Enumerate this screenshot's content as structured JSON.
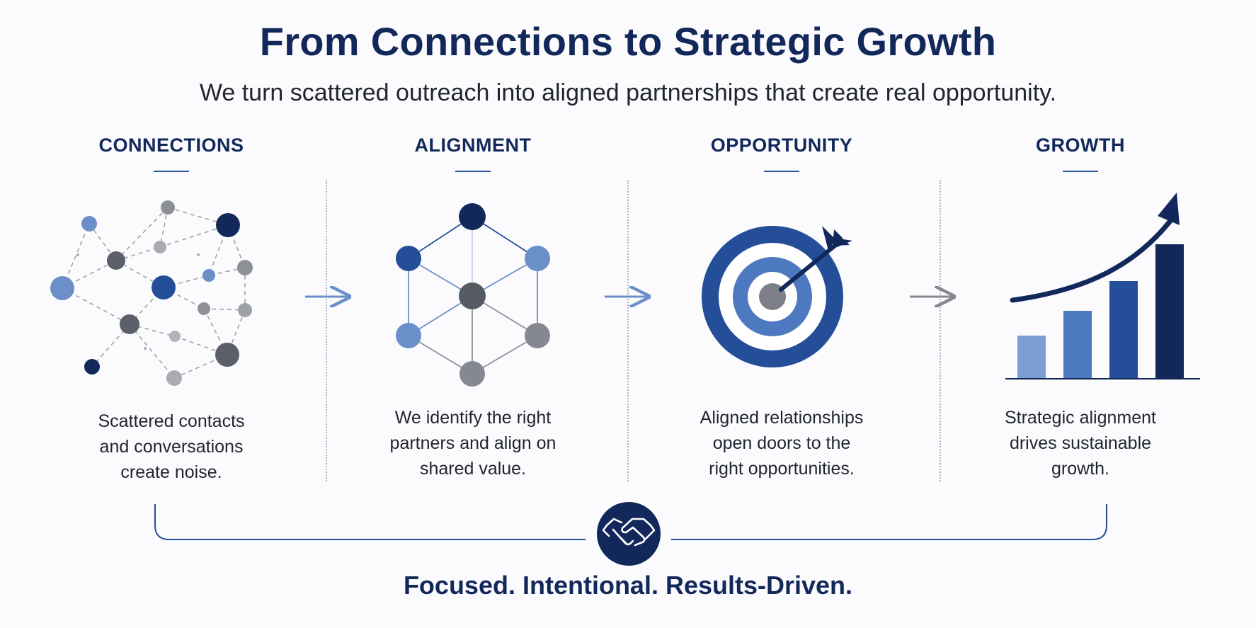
{
  "title": "From Connections to Strategic Growth",
  "subtitle": "We turn scattered outreach into aligned partnerships that create real opportunity.",
  "stages": [
    {
      "title": "CONNECTIONS",
      "icon": "scattered-network-icon",
      "description": [
        "Scattered contacts",
        "and conversations",
        "create noise."
      ]
    },
    {
      "title": "ALIGNMENT",
      "icon": "aligned-network-icon",
      "description": [
        "We identify the right",
        "partners and align on",
        "shared value."
      ]
    },
    {
      "title": "OPPORTUNITY",
      "icon": "target-arrow-icon",
      "description": [
        "Aligned relationships",
        "open doors to the",
        "right opportunities."
      ]
    },
    {
      "title": "GROWTH",
      "icon": "growth-chart-icon",
      "description": [
        "Strategic alignment",
        "drives sustainable",
        "growth."
      ]
    }
  ],
  "center_icon": "handshake-icon",
  "tagline": "Focused. Intentional. Results-Driven.",
  "colors": {
    "navy": "#13285a",
    "blue": "#244f98",
    "light_blue": "#6b91cc",
    "gray": "#858890",
    "dark_gray": "#555a63"
  }
}
